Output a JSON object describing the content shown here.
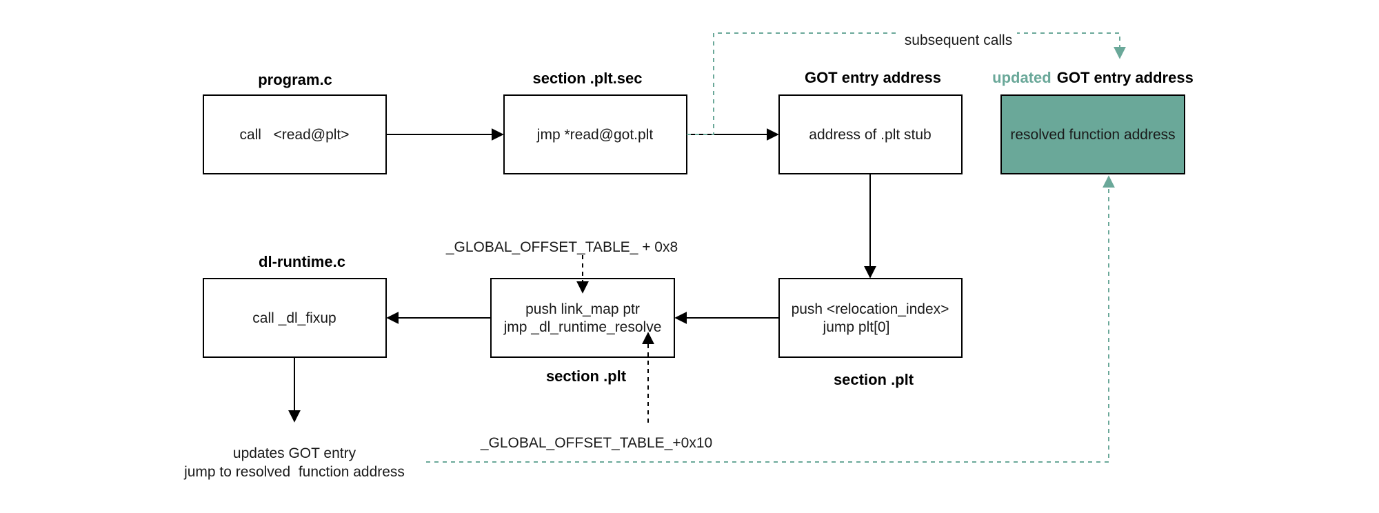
{
  "colors": {
    "accent": "#6aa899",
    "box_stroke": "#000000",
    "highlight_fill": "#6aa899"
  },
  "titles": {
    "program_c": "program.c",
    "plt_sec": "section .plt.sec",
    "got_entry": "GOT entry address",
    "updated_word": "updated",
    "updated_rest": "GOT entry address",
    "dl_runtime": "dl-runtime.c",
    "section_plt_mid": "section .plt",
    "section_plt_right": "section .plt"
  },
  "boxes": {
    "call_read_plt": "call   <read@plt>",
    "jmp_read_got": "jmp *read@got.plt",
    "plt_stub_address": "address of .plt stub",
    "resolved_address": "resolved function address",
    "call_dl_fixup": "call _dl_fixup",
    "push_link_map_1": "push link_map ptr",
    "push_link_map_2": "jmp _dl_runtime_resolve",
    "push_reloc_1": "push <relocation_index>",
    "push_reloc_2": "jump plt[0]"
  },
  "labels": {
    "subsequent_calls": "subsequent calls",
    "got_plus_8": "_GLOBAL_OFFSET_TABLE_ + 0x8",
    "got_plus_10": "_GLOBAL_OFFSET_TABLE_+0x10",
    "updates_got_1": "updates GOT entry",
    "updates_got_2": "jump to resolved  function address"
  }
}
